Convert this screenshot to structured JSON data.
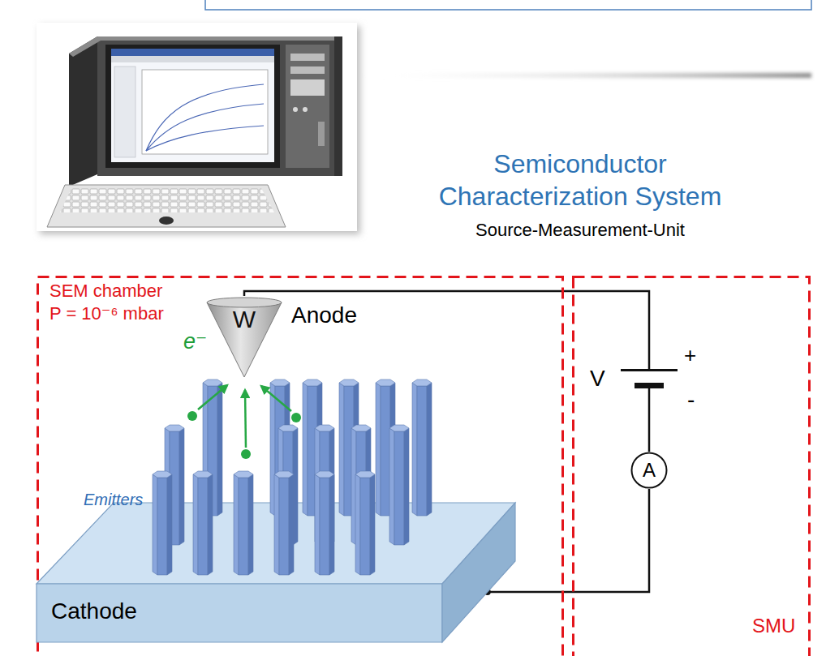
{
  "diagram": {
    "nodes": [
      {
        "text": [
          "SEM chamber",
          "P = 10⁻⁶ mbar"
        ]
      },
      {
        "text": [
          "W",
          "Anode"
        ],
        "in": 0
      },
      {
        "text": [
          "Cathode"
        ],
        "in": 0
      },
      {
        "text": [
          "SMU"
        ]
      },
      {
        "text": [
          "V"
        ],
        "in": 3
      },
      {
        "text": [
          "A"
        ],
        "in": 3
      }
    ],
    "edges": [
      {
        "from": 1,
        "to": 4,
        "arrow": "none"
      },
      {
        "from": 4,
        "to": 5,
        "arrow": "none"
      },
      {
        "from": 5,
        "to": 2,
        "arrow": "none"
      }
    ],
    "labels": [
      "Semiconductor Characterization System",
      "Source-Measurement-Unit",
      "e⁻",
      "Emitters",
      "+",
      "-"
    ]
  }
}
